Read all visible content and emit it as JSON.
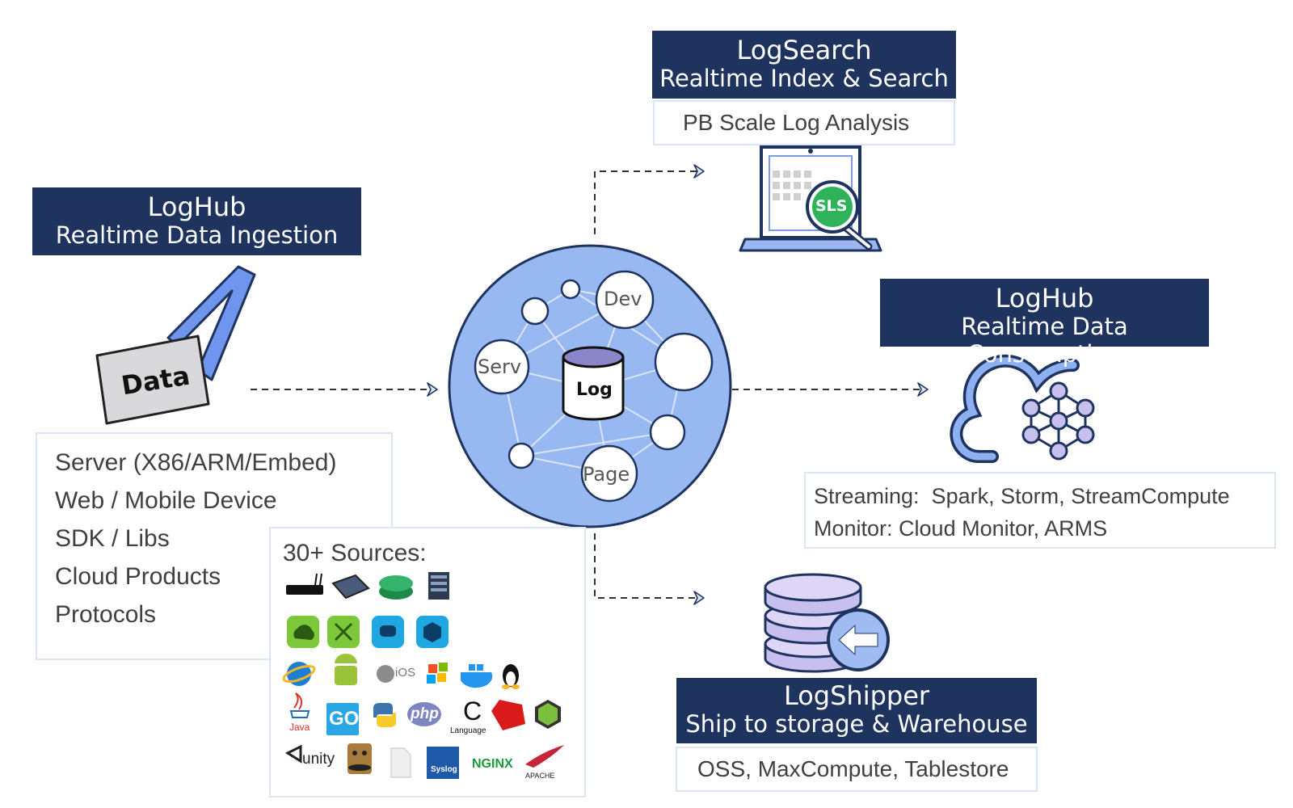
{
  "ingest": {
    "title": "LogHub",
    "subtitle": "Realtime Data Ingestion",
    "data_label": "Data",
    "sources": [
      "Server (X86/ARM/Embed)",
      "Web / Mobile Device",
      "SDK / Libs",
      "Cloud Products",
      "Protocols"
    ]
  },
  "sources_panel": {
    "heading": "30+ Sources:",
    "language_labels": {
      "java": "Java",
      "go": "GO",
      "php": "php",
      "c": "C",
      "c_sub": "Language",
      "ios": "iOS",
      "unity": "unity",
      "syslog": "Syslog",
      "nginx": "NGINX",
      "apache": "APACHE"
    }
  },
  "hub": {
    "center_label": "Log",
    "nodes": [
      "Dev",
      "Serv",
      "Page"
    ]
  },
  "search": {
    "title": "LogSearch",
    "subtitle": "Realtime Index & Search",
    "detail": "PB Scale Log Analysis",
    "badge": "SLS"
  },
  "consume": {
    "title": "LogHub",
    "subtitle": "Realtime Data Consumption",
    "lines": [
      "Streaming:  Spark, Storm, StreamCompute",
      "Monitor: Cloud Monitor, ARMS"
    ]
  },
  "ship": {
    "title": "LogShipper",
    "subtitle": "Ship to storage & Warehouse",
    "detail": "OSS, MaxCompute, Tablestore"
  },
  "colors": {
    "title_bg": "#1e335e",
    "hub_fill": "#97b8f0",
    "accent": "#3c5fd7",
    "icon_purple": "#c7bfee",
    "box_border": "#dbe5f5"
  }
}
